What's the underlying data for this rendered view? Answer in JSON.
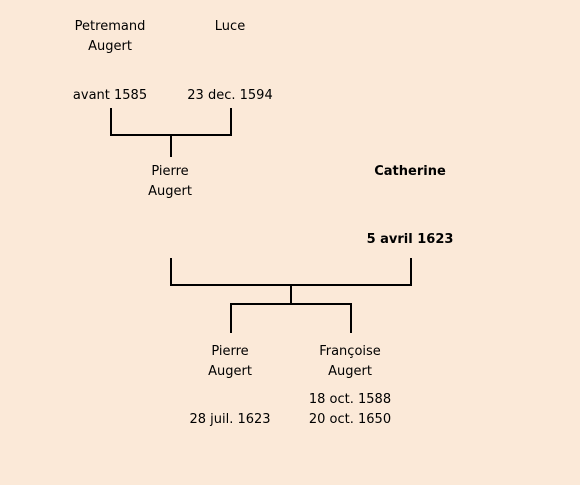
{
  "people": {
    "petremand": {
      "name_line1": "Petremand",
      "name_line2": "Augert",
      "date": "avant 1585"
    },
    "luce": {
      "name_line1": "Luce",
      "date": "23 dec. 1594"
    },
    "pierre_parent": {
      "name_line1": "Pierre",
      "name_line2": "Augert"
    },
    "catherine": {
      "name_line1": "Catherine",
      "date": "5 avril 1623"
    },
    "pierre_child": {
      "name_line1": "Pierre",
      "name_line2": "Augert",
      "date": "28 juil. 1623"
    },
    "francoise": {
      "name_line1": "Françoise",
      "name_line2": "Augert",
      "date_line1": "18 oct. 1588",
      "date_line2": "20 oct. 1650"
    }
  }
}
